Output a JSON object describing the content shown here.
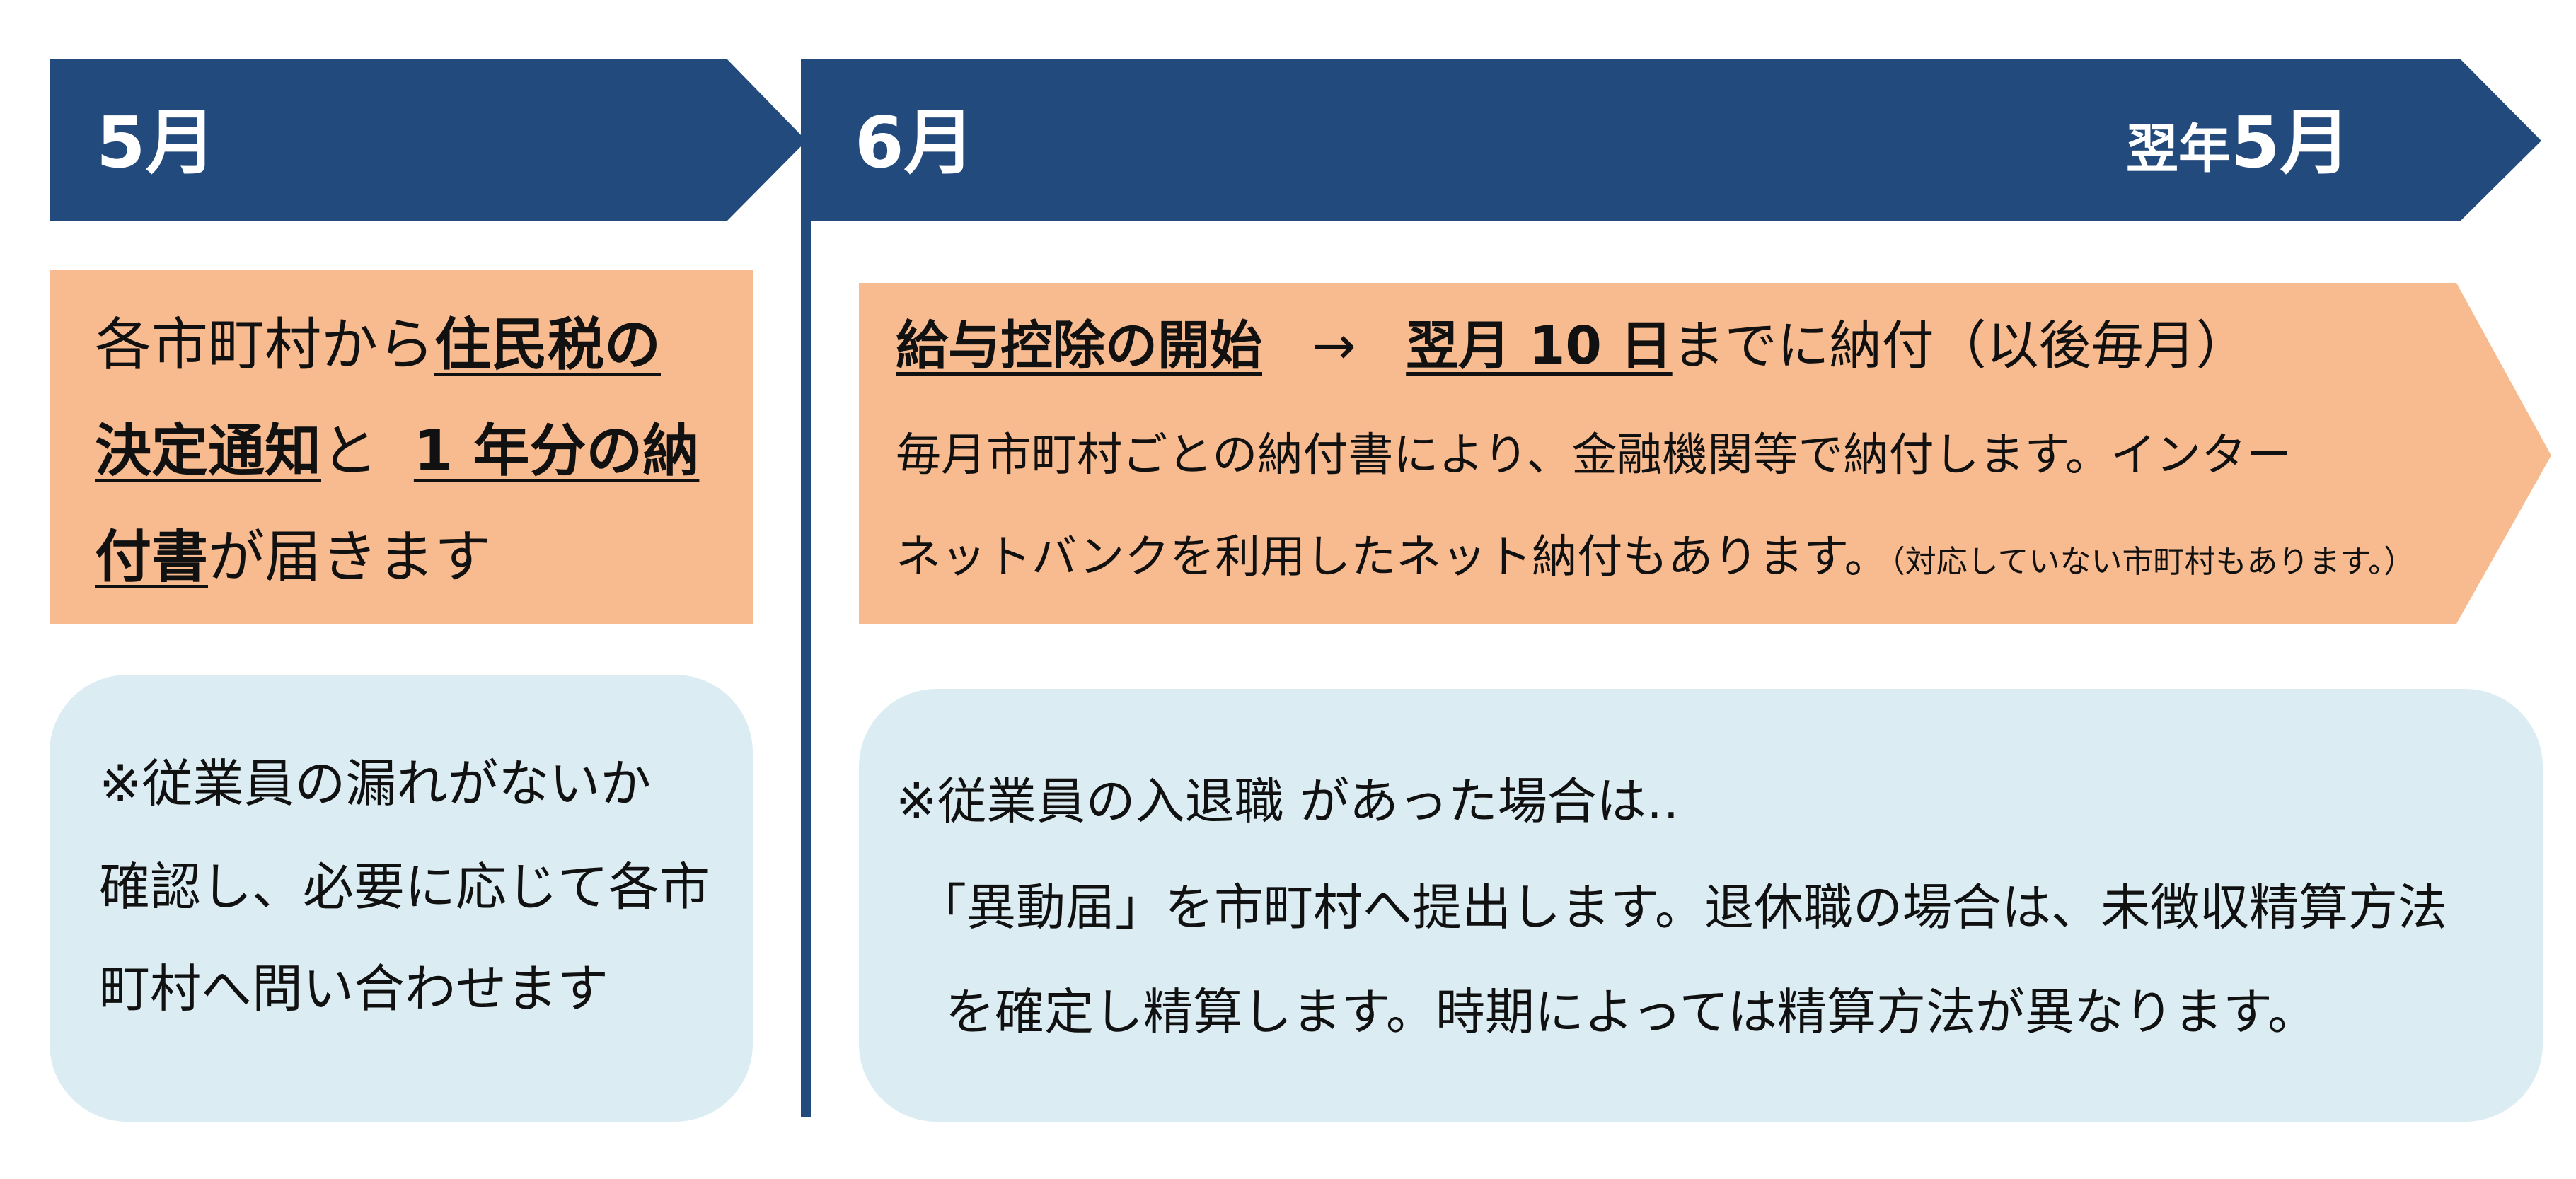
{
  "colors": {
    "header_navy": "#234a7c",
    "orange": "#f8bb8f",
    "light_blue": "#dbedf3",
    "text": "#111111",
    "white": "#ffffff"
  },
  "header": {
    "may": "5月",
    "june": "6月",
    "next_may_prefix": "翌年",
    "next_may_month": "5月"
  },
  "may_box": {
    "line1_plain": "各市町村から",
    "line1_em": "住民税の",
    "line2_em1": "決定通知",
    "line2_plain": "と",
    "line2_em2": "1 年分の納",
    "line3_em": "付書",
    "line3_plain": "が届きます"
  },
  "may_note": {
    "line1": "※従業員の漏れがないか",
    "line2": "確認し、必要に応じて各市",
    "line3": "町村へ問い合わせます"
  },
  "june_box": {
    "title_em1": "給与控除の開始",
    "title_arrow": "→",
    "title_em2": "翌月 10 日",
    "title_rest": "までに納付（以後毎月）",
    "line2": "毎月市町村ごとの納付書により、金融機関等で納付します。インター",
    "line3_main": "ネットバンクを利用したネット納付もあります。",
    "line3_small": "（対応していない市町村もあります。）"
  },
  "june_note": {
    "line1": "※従業員の入退職 があった場合は‥",
    "line2": "「異動届」を市町村へ提出します。退休職の場合は、未徴収精算方法",
    "line3": "を確定し精算します。時期によっては精算方法が異なります。"
  }
}
